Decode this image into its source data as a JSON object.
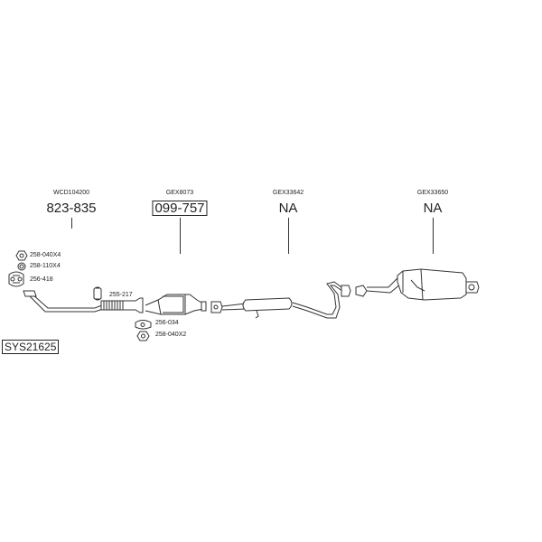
{
  "sections": [
    {
      "code": "WCD104200",
      "part": "823-835",
      "boxed": false
    },
    {
      "code": "GEX8073",
      "part": "099-757",
      "boxed": true
    },
    {
      "code": "GEX33642",
      "part": "NA",
      "boxed": false
    },
    {
      "code": "GEX33650",
      "part": "NA",
      "boxed": false
    }
  ],
  "small_parts": [
    {
      "label": "258-040X4",
      "icon": "hex-nut-icon"
    },
    {
      "label": "258-110X4",
      "icon": "ring-washer-icon"
    },
    {
      "label": "256-418",
      "icon": "gasket-icon"
    },
    {
      "label": "255-217",
      "icon": "clamp-icon"
    },
    {
      "label": "256-034",
      "icon": "gasket-icon"
    },
    {
      "label": "258-040X2",
      "icon": "hex-nut-icon"
    }
  ],
  "system_code": "SYS21625"
}
